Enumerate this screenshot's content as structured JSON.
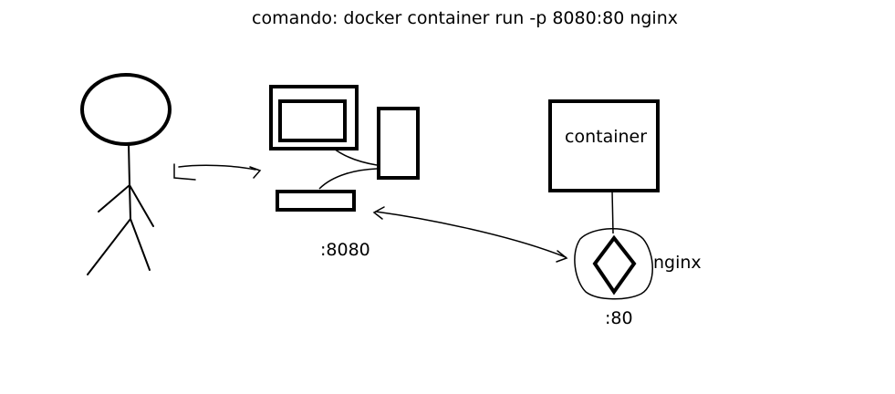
{
  "title": "comando: docker container run -p 8080:80 nginx",
  "labels": {
    "host_port": ":8080",
    "container": "container",
    "image": "nginx",
    "container_port": ":80"
  },
  "colors": {
    "ink": "#000000",
    "background": "#ffffff"
  }
}
